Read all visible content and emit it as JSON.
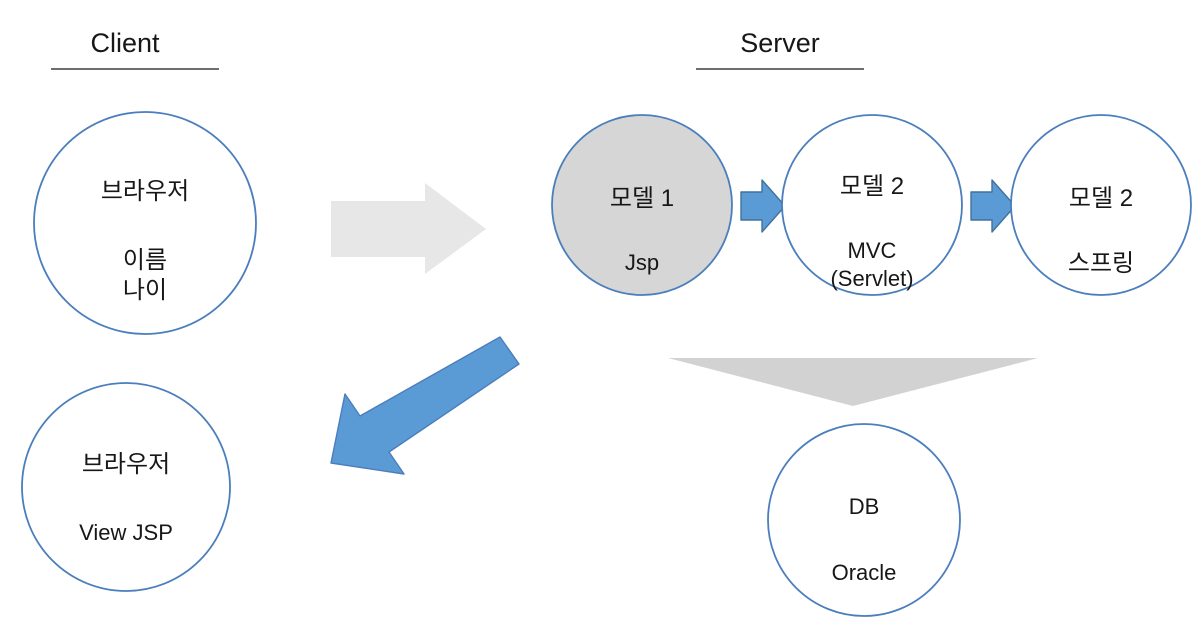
{
  "diagram": {
    "title_client": "Client",
    "title_server": "Server",
    "colors": {
      "circle_stroke": "#4a7ebc",
      "circle_fill": "#ffffff",
      "circle_fill_highlight": "#d6d6d6",
      "arrow_gray_light": "#e7e7e7",
      "arrow_gray": "#d2d2d2",
      "arrow_blue": "#5b9bd5",
      "arrow_blue_stroke": "#41719c",
      "text": "#171717",
      "background": "#ffffff"
    },
    "client": {
      "heading": "Client",
      "nodes": [
        {
          "id": "browser-request",
          "line1": "브라우저",
          "line2": "이름",
          "line3": "나이"
        },
        {
          "id": "browser-response",
          "line1": "브라우저",
          "line2": "View JSP"
        }
      ]
    },
    "server": {
      "heading": "Server",
      "nodes": [
        {
          "id": "model-1",
          "line1": "모델 1",
          "line2": "Jsp",
          "highlighted": true
        },
        {
          "id": "model-2-mvc",
          "line1": "모델 2",
          "line2": "MVC",
          "line3": "(Servlet)",
          "highlighted": false
        },
        {
          "id": "model-2-spring",
          "line1": "모델 2",
          "line2": "스프링",
          "highlighted": false
        }
      ],
      "database": {
        "id": "database",
        "line1": "DB",
        "line2": "Oracle"
      }
    },
    "arrows": [
      {
        "id": "request-arrow",
        "name": "client-to-server-arrow",
        "direction": "right",
        "color": "#e7e7e7"
      },
      {
        "id": "response-arrow",
        "name": "server-to-client-arrow",
        "direction": "down-left",
        "color": "#5b9bd5"
      },
      {
        "id": "model1-to-model2-arrow",
        "name": "model1-to-model2-arrow",
        "direction": "right",
        "color": "#5b9bd5"
      },
      {
        "id": "model2-to-spring-arrow",
        "name": "model2-to-spring-arrow",
        "direction": "right",
        "color": "#5b9bd5"
      },
      {
        "id": "server-to-db-arrow",
        "name": "server-to-database-arrow",
        "direction": "down",
        "color": "#d2d2d2"
      }
    ]
  }
}
